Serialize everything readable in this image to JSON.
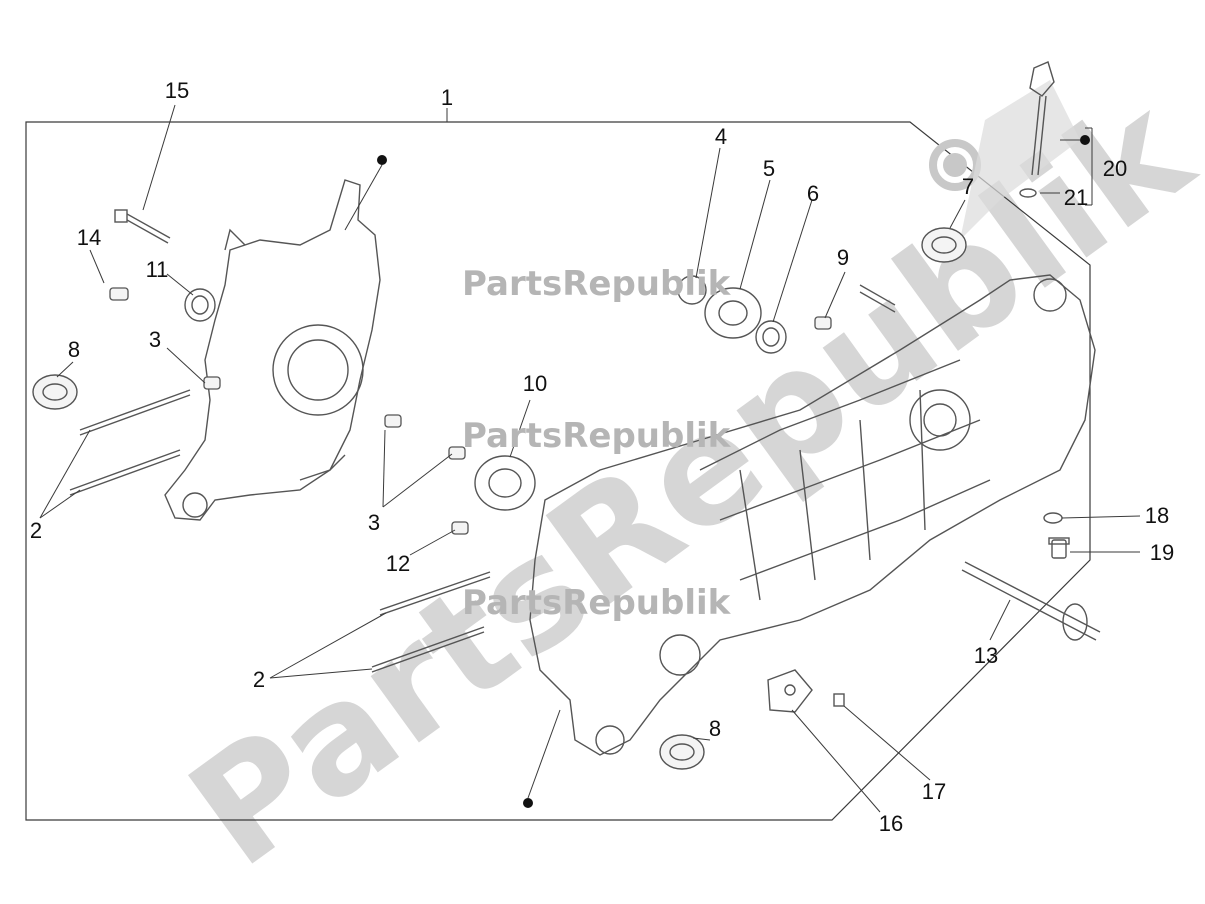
{
  "watermark": {
    "brand": "PartsRepublik"
  },
  "callouts": {
    "c1": "1",
    "c2a": "2",
    "c2b": "2",
    "c3a": "3",
    "c3b": "3",
    "c4": "4",
    "c5": "5",
    "c6": "6",
    "c7": "7",
    "c8a": "8",
    "c8b": "8",
    "c9": "9",
    "c10": "10",
    "c11": "11",
    "c12": "12",
    "c13": "13",
    "c14": "14",
    "c15": "15",
    "c16": "16",
    "c17": "17",
    "c18": "18",
    "c19": "19",
    "c20": "20",
    "c21": "21"
  },
  "colors": {
    "line": "#3a3a3a",
    "part": "#555555",
    "watermark": "#b5b5b5",
    "watermark_big": "#d6d6d6"
  }
}
